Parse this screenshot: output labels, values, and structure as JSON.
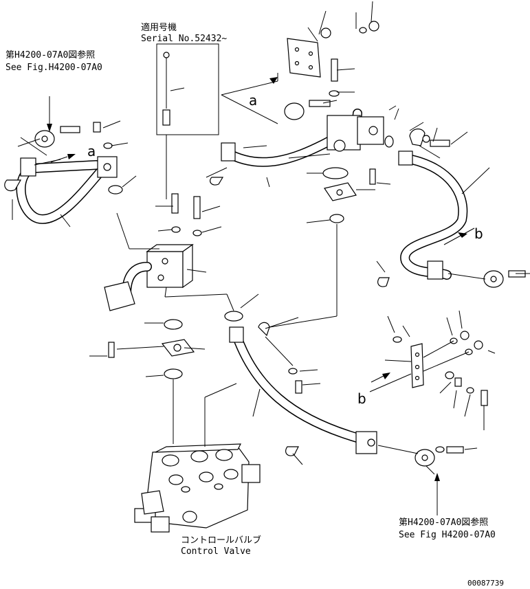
{
  "serial_note": {
    "jp": "適用号機",
    "en": "Serial No.52432~"
  },
  "ref_top_left": {
    "jp": "第H4200-07A0図参照",
    "en": "See Fig.H4200-07A0"
  },
  "ref_bottom_right": {
    "jp": "第H4200-07A0図参照",
    "en": "See Fig H4200-07A0"
  },
  "control_valve": {
    "jp": "コントロールバルブ",
    "en": "Control Valve"
  },
  "view_markers": {
    "a_top": "a",
    "a_left": "a",
    "b_right": "b",
    "b_lower": "b"
  },
  "drawing_number": "00087739"
}
